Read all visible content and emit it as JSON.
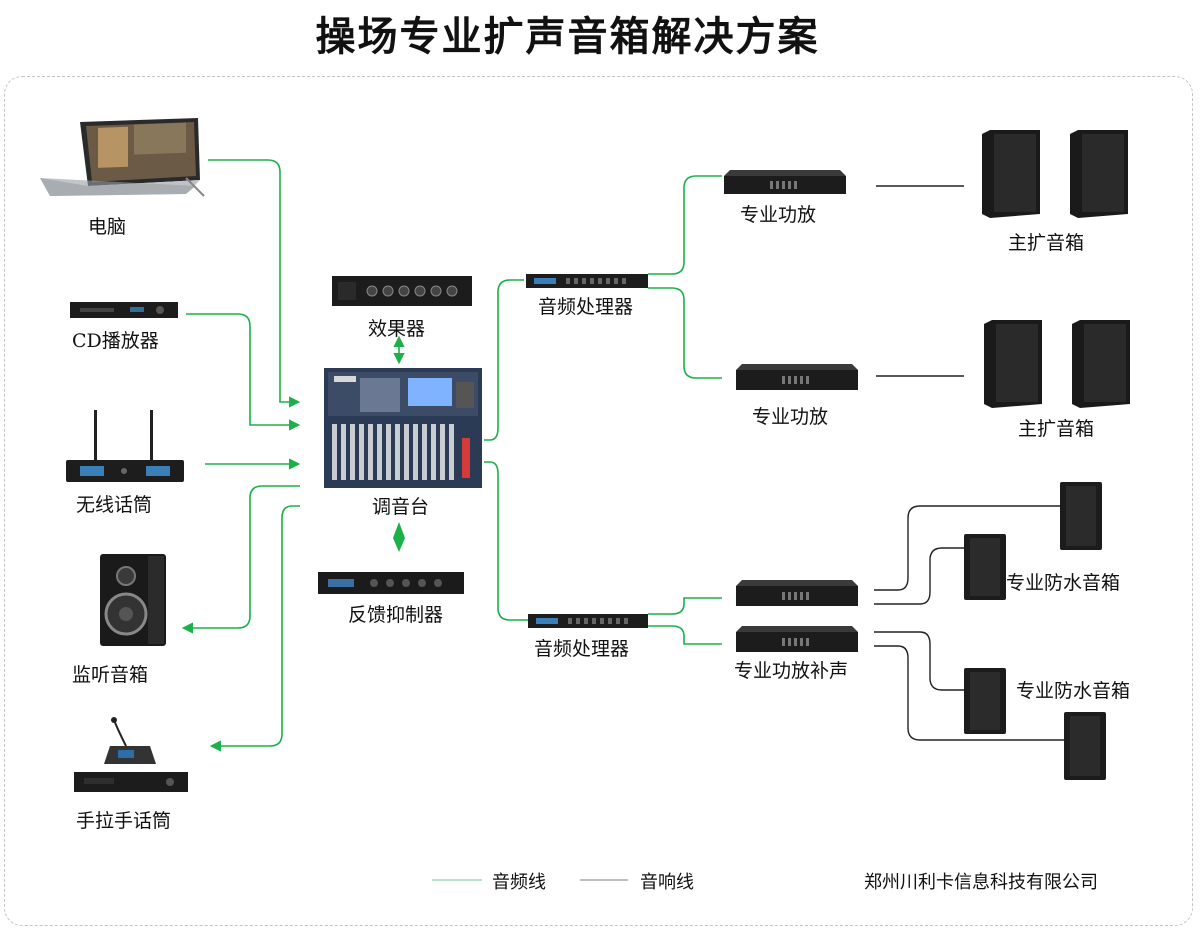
{
  "title": "操场专业扩声音箱解决方案",
  "devices": {
    "computer": "电脑",
    "cd_player": "CD播放器",
    "wireless_mic": "无线话筒",
    "monitor_speaker": "监听音箱",
    "paging_mic": "手拉手话筒",
    "effects": "效果器",
    "mixer": "调音台",
    "feedback_suppressor": "反馈抑制器",
    "processor_1": "音频处理器",
    "processor_2": "音频处理器",
    "amp_1": "专业功放",
    "amp_2": "专业功放",
    "amp_fill": "专业功放补声",
    "main_speaker_1": "主扩音箱",
    "main_speaker_2": "主扩音箱",
    "waterproof_1": "专业防水音箱",
    "waterproof_2": "专业防水音箱"
  },
  "legend": {
    "audio_line": "音频线",
    "speaker_line": "音响线"
  },
  "company": "郑州川利卡信息科技有限公司",
  "colors": {
    "audio_line": "#1bb04a",
    "speaker_line": "#222222"
  }
}
